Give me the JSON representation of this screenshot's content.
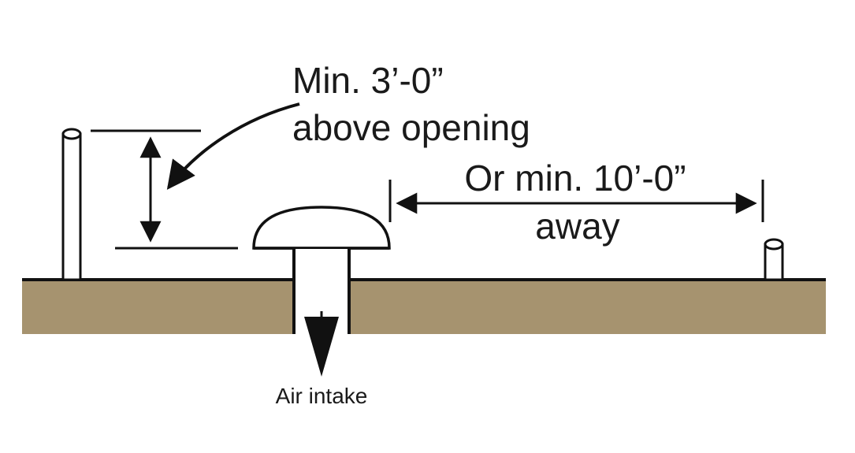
{
  "labels": {
    "vertical_line1": "Min. 3’-0”",
    "vertical_line2": "above opening",
    "horizontal_line1": "Or min. 10’-0”",
    "horizontal_line2": "away",
    "intake": "Air intake"
  },
  "colors": {
    "ground": "#a6936f",
    "line": "#111111",
    "background": "#ffffff"
  }
}
